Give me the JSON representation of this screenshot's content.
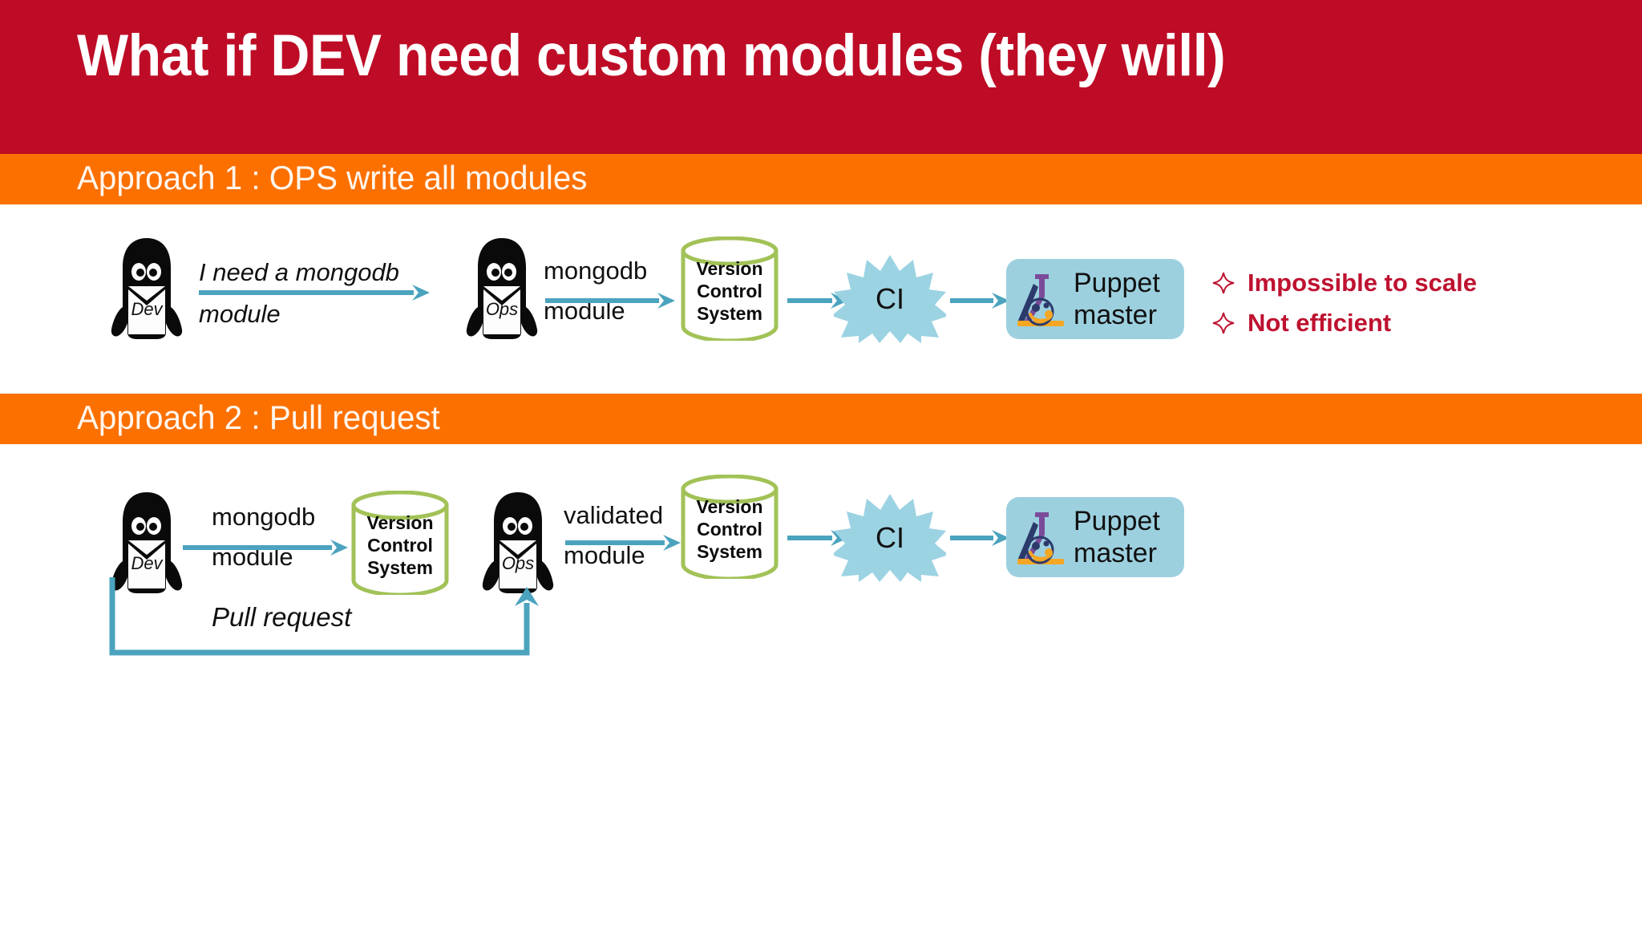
{
  "slide": {
    "title": "What if DEV need custom modules (they will)",
    "title_band_color": "#BE0C26",
    "section_band_color": "#FC7000",
    "background": "#ffffff"
  },
  "palette": {
    "red": "#BE0C26",
    "orange": "#FC7000",
    "arrow_blue": "#4BA3BE",
    "burst_blue": "#9CD3E3",
    "puppet_box_blue": "#9CD0DF",
    "cylinder_green": "#A2C257",
    "bullet_red": "#BE1230"
  },
  "sections": [
    {
      "label": "Approach 1 : OPS write all modules",
      "nodes": {
        "dev_penguin": "Dev",
        "ops_penguin": "Ops",
        "vcs": "Version\nControl\nSystem",
        "vcs_lines": [
          "Version",
          "Control",
          "System"
        ],
        "ci": "CI",
        "puppet": "Puppet\nmaster",
        "puppet_lines": [
          "Puppet",
          "master"
        ]
      },
      "arrow_labels": [
        {
          "lines": [
            "I need a mongodb",
            "module"
          ],
          "style": "italic"
        },
        {
          "lines": [
            "mongodb",
            "module"
          ],
          "style": "regular"
        }
      ],
      "bullets": [
        {
          "icon": "four-point-star-icon",
          "text": "Impossible to scale"
        },
        {
          "icon": "four-point-star-icon",
          "text": "Not efficient"
        }
      ]
    },
    {
      "label": "Approach 2 : Pull request",
      "nodes": {
        "dev_penguin": "Dev",
        "ops_penguin": "Ops",
        "vcs1_lines": [
          "Version",
          "Control",
          "System"
        ],
        "vcs2_lines": [
          "Version",
          "Control",
          "System"
        ],
        "ci": "CI",
        "puppet_lines": [
          "Puppet",
          "master"
        ]
      },
      "arrow_labels": [
        {
          "lines": [
            "mongodb",
            "module"
          ],
          "style": "regular"
        },
        {
          "lines": [
            "validated",
            "module"
          ],
          "style": "regular"
        },
        {
          "lines": [
            "Pull request"
          ],
          "style": "italic"
        }
      ]
    }
  ]
}
